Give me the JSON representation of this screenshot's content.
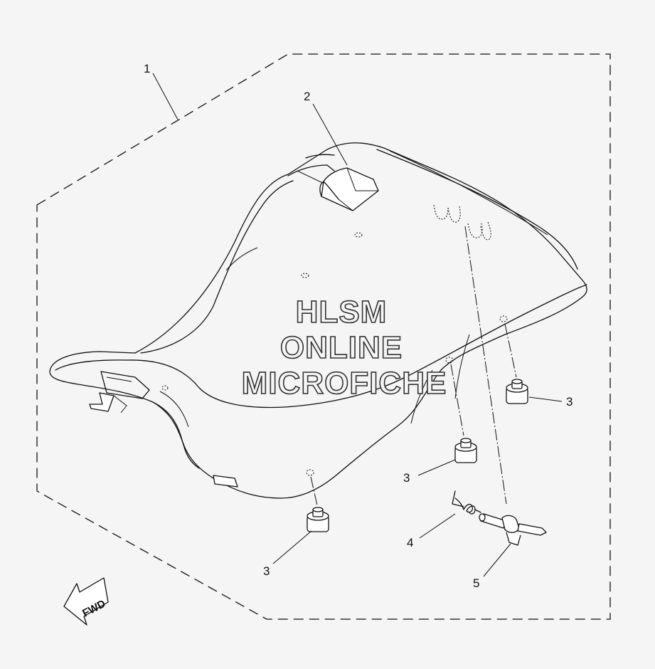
{
  "diagram": {
    "callouts": [
      {
        "id": "1",
        "label": "1"
      },
      {
        "id": "2",
        "label": "2"
      },
      {
        "id": "3a",
        "label": "3"
      },
      {
        "id": "3b",
        "label": "3"
      },
      {
        "id": "3c",
        "label": "3"
      },
      {
        "id": "4",
        "label": "4"
      },
      {
        "id": "5",
        "label": "5"
      }
    ],
    "watermark": [
      "HLSM",
      "ONLINE",
      "MICROFICHE"
    ],
    "direction_arrow": {
      "label": "FWD",
      "icon": "fwd-arrow-icon"
    }
  }
}
